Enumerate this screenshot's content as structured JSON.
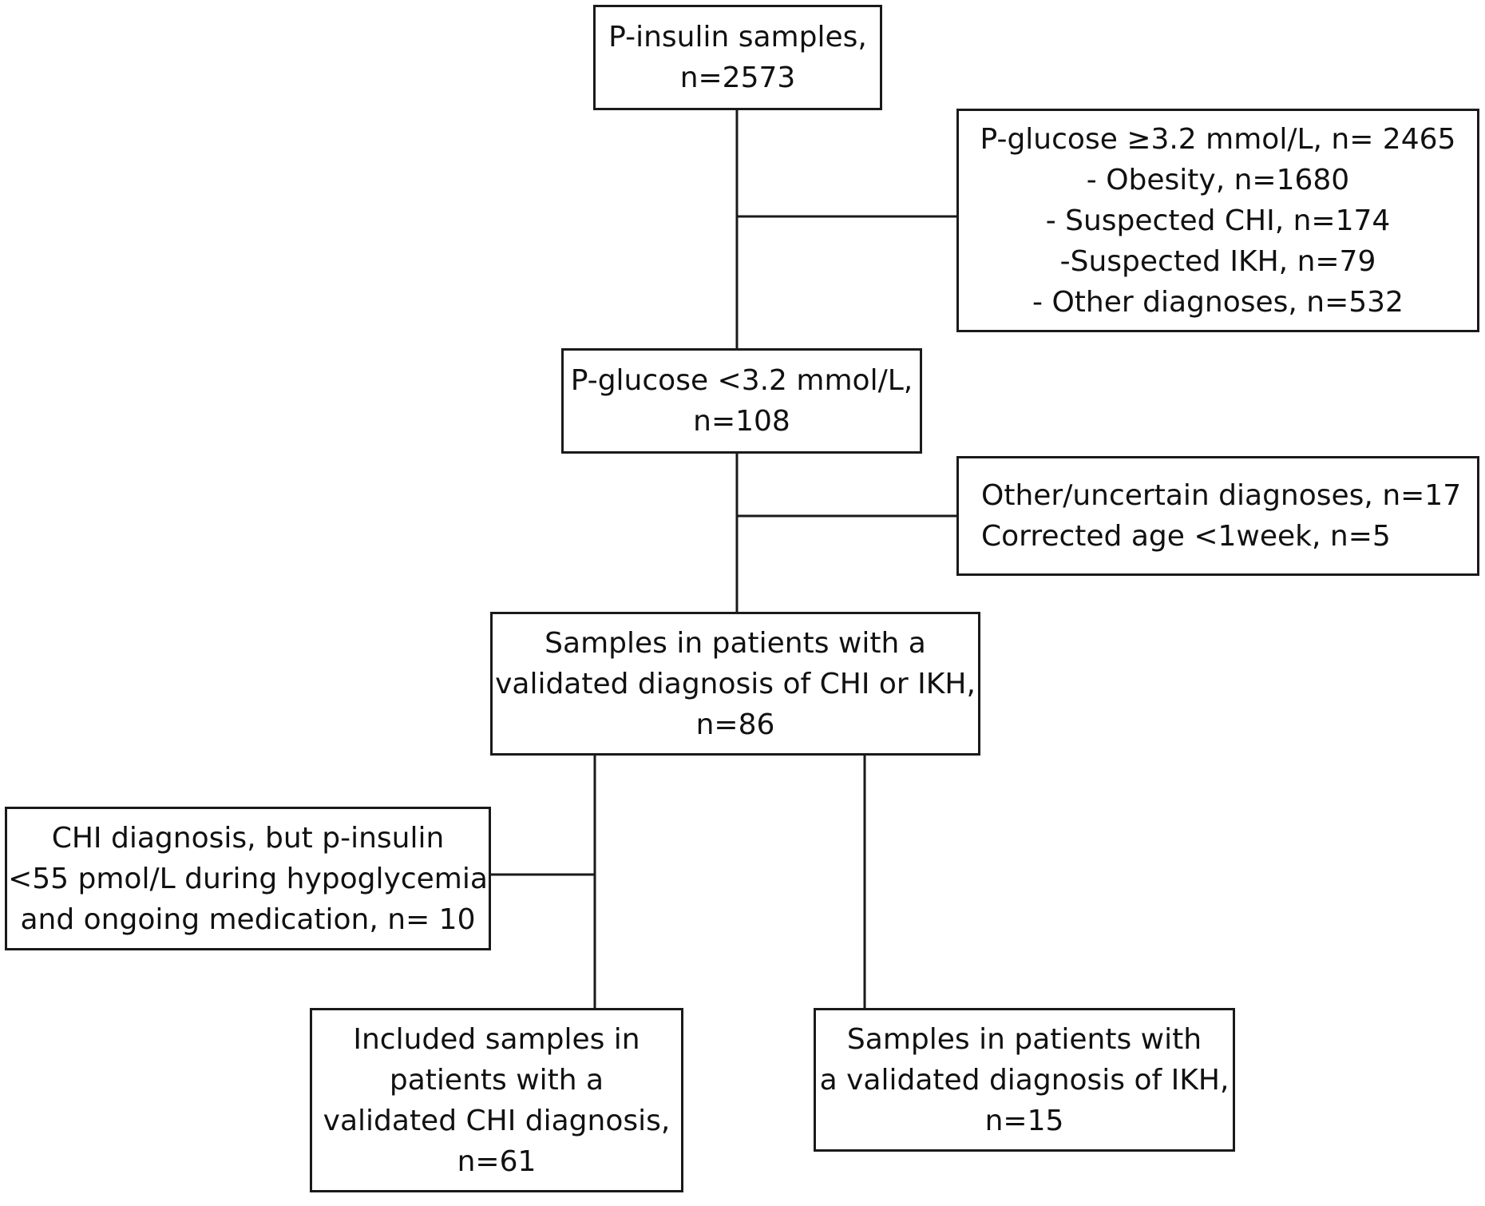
{
  "nodes": {
    "insulin_samples": {
      "lines": [
        "P-insulin samples,",
        "n=2573"
      ]
    },
    "glucose_high": {
      "lines": [
        "P-glucose ≥3.2 mmol/L, n= 2465",
        "- Obesity, n=1680",
        "- Suspected CHI, n=174",
        "-Suspected IKH, n=79",
        "- Other diagnoses, n=532"
      ]
    },
    "glucose_low": {
      "lines": [
        "P-glucose <3.2 mmol/L,",
        "n=108"
      ]
    },
    "excluded_other": {
      "lines": [
        "Other/uncertain diagnoses, n=17",
        "Corrected age <1week, n=5"
      ]
    },
    "validated_samples": {
      "lines": [
        "Samples in patients with a",
        "validated diagnosis of CHI or IKH,",
        "n=86"
      ]
    },
    "chi_excluded": {
      "lines": [
        "CHI diagnosis, but p-insulin",
        "<55 pmol/L during hypoglycemia",
        "and ongoing medication, n= 10"
      ]
    },
    "included_chi": {
      "lines": [
        "Included samples in",
        "patients with a",
        "validated CHI diagnosis,",
        "n=61"
      ]
    },
    "ikh_samples": {
      "lines": [
        "Samples in patients with",
        "a validated diagnosis of IKH,",
        "n=15"
      ]
    }
  }
}
